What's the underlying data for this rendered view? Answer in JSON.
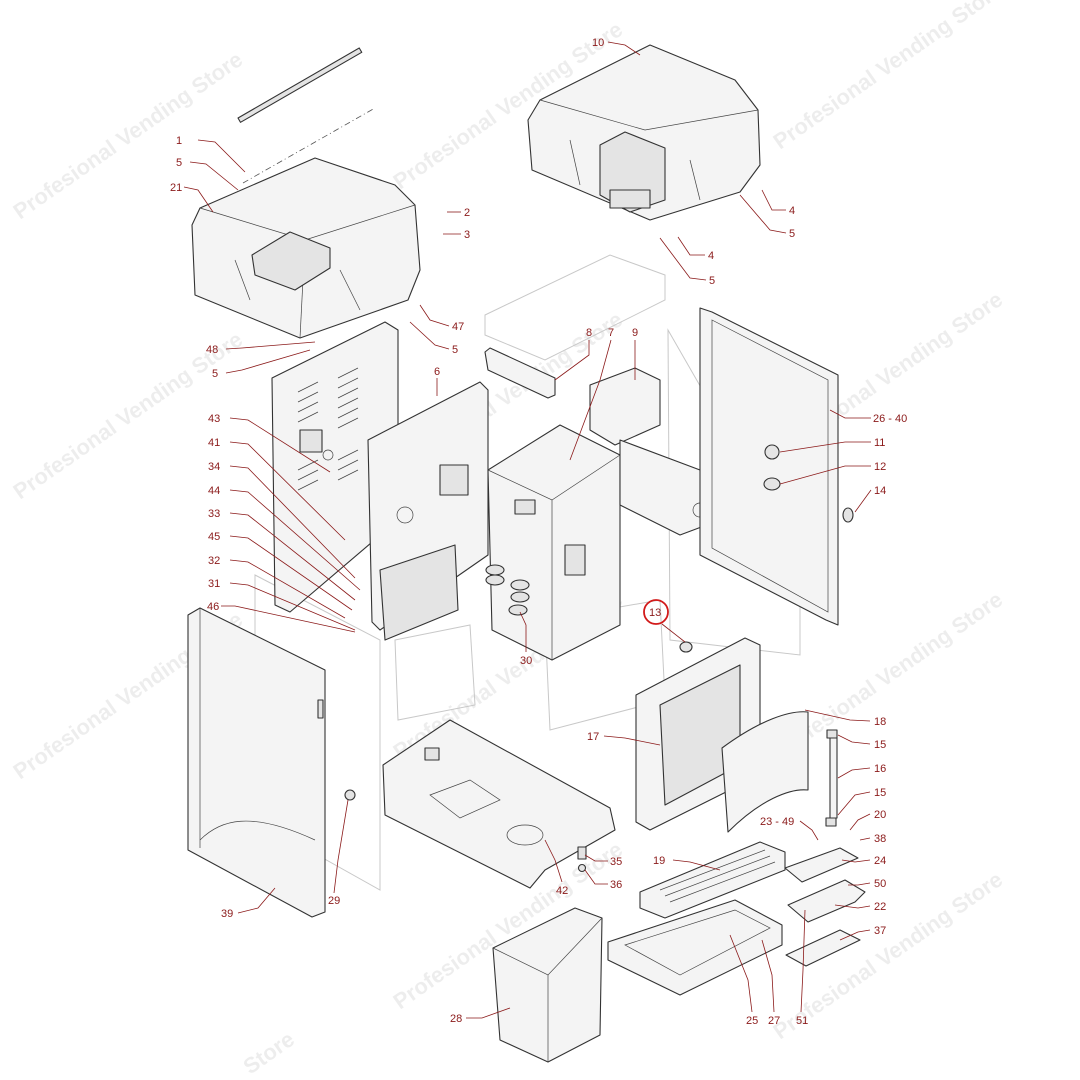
{
  "watermark": {
    "text": "Profesional Vending Store",
    "fragment_store": "Store"
  },
  "highlight": {
    "callout": "13",
    "color": "#d21a1a"
  },
  "label_color": "#8b1a1a",
  "callouts": [
    {
      "id": "c1",
      "text": "1"
    },
    {
      "id": "c5a",
      "text": "5"
    },
    {
      "id": "c21",
      "text": "21"
    },
    {
      "id": "c2",
      "text": "2"
    },
    {
      "id": "c3",
      "text": "3"
    },
    {
      "id": "c47",
      "text": "47"
    },
    {
      "id": "c5b",
      "text": "5"
    },
    {
      "id": "c48",
      "text": "48"
    },
    {
      "id": "c5c",
      "text": "5"
    },
    {
      "id": "c10",
      "text": "10"
    },
    {
      "id": "c4a",
      "text": "4"
    },
    {
      "id": "c5d",
      "text": "5"
    },
    {
      "id": "c4b",
      "text": "4"
    },
    {
      "id": "c5e",
      "text": "5"
    },
    {
      "id": "c8",
      "text": "8"
    },
    {
      "id": "c7",
      "text": "7"
    },
    {
      "id": "c9",
      "text": "9"
    },
    {
      "id": "c6",
      "text": "6"
    },
    {
      "id": "c2640",
      "text": "26 - 40"
    },
    {
      "id": "c11",
      "text": "11"
    },
    {
      "id": "c12",
      "text": "12"
    },
    {
      "id": "c14",
      "text": "14"
    },
    {
      "id": "c43",
      "text": "43"
    },
    {
      "id": "c41",
      "text": "41"
    },
    {
      "id": "c34",
      "text": "34"
    },
    {
      "id": "c44",
      "text": "44"
    },
    {
      "id": "c33",
      "text": "33"
    },
    {
      "id": "c45",
      "text": "45"
    },
    {
      "id": "c32",
      "text": "32"
    },
    {
      "id": "c31",
      "text": "31"
    },
    {
      "id": "c46",
      "text": "46"
    },
    {
      "id": "c30",
      "text": "30"
    },
    {
      "id": "c13",
      "text": "13"
    },
    {
      "id": "c17",
      "text": "17"
    },
    {
      "id": "c18",
      "text": "18"
    },
    {
      "id": "c15a",
      "text": "15"
    },
    {
      "id": "c16",
      "text": "16"
    },
    {
      "id": "c15b",
      "text": "15"
    },
    {
      "id": "c20",
      "text": "20"
    },
    {
      "id": "c2349",
      "text": "23 - 49"
    },
    {
      "id": "c38",
      "text": "38"
    },
    {
      "id": "c24",
      "text": "24"
    },
    {
      "id": "c19",
      "text": "19"
    },
    {
      "id": "c50",
      "text": "50"
    },
    {
      "id": "c22",
      "text": "22"
    },
    {
      "id": "c35",
      "text": "35"
    },
    {
      "id": "c36",
      "text": "36"
    },
    {
      "id": "c42",
      "text": "42"
    },
    {
      "id": "c29",
      "text": "29"
    },
    {
      "id": "c39",
      "text": "39"
    },
    {
      "id": "c37",
      "text": "37"
    },
    {
      "id": "c28",
      "text": "28"
    },
    {
      "id": "c25",
      "text": "25"
    },
    {
      "id": "c27",
      "text": "27"
    },
    {
      "id": "c51",
      "text": "51"
    }
  ]
}
